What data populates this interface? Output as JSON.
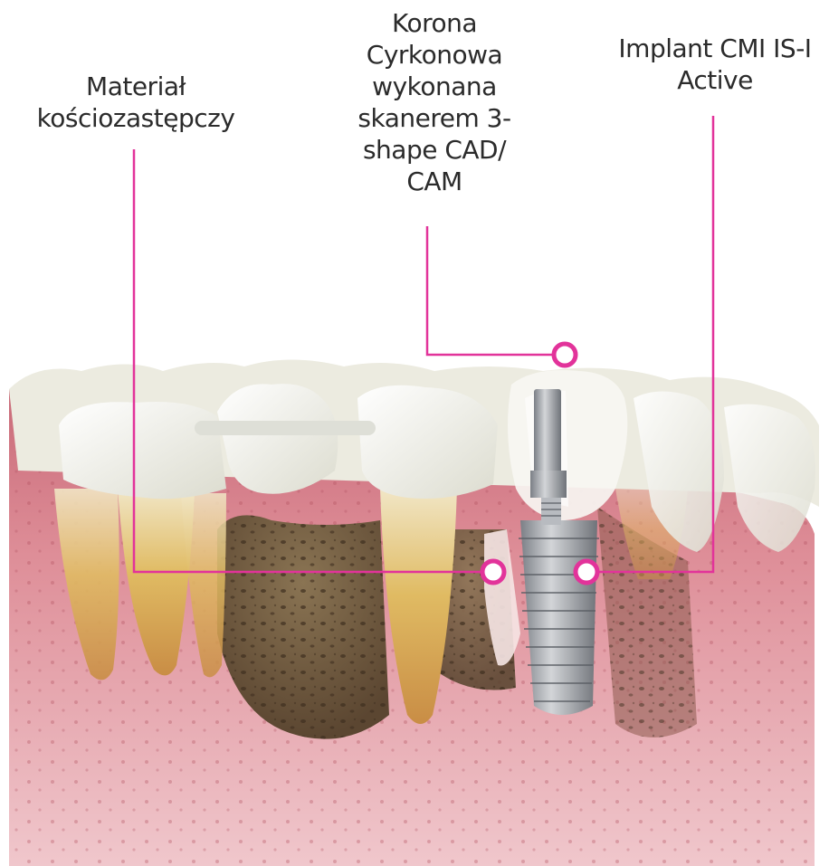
{
  "labels": {
    "bone_graft": [
      "Materiał",
      "kościozastępczy"
    ],
    "crown": [
      "Korona",
      "Cyrkonowa",
      "wykonana",
      "skanerem 3-",
      "shape CAD/",
      "CAM"
    ],
    "implant": [
      "Implant CMI IS-I",
      "Active"
    ]
  },
  "colors": {
    "callout": "#e2339a",
    "gum": "#e79aa3",
    "bone": "#7a6446",
    "tooth_enamel": "#f4f2ea",
    "root": "#d9b25a",
    "implant_metal": "#a9acb1"
  },
  "icons": [
    "callout-ring-crown",
    "callout-ring-bone-graft",
    "callout-ring-implant"
  ]
}
